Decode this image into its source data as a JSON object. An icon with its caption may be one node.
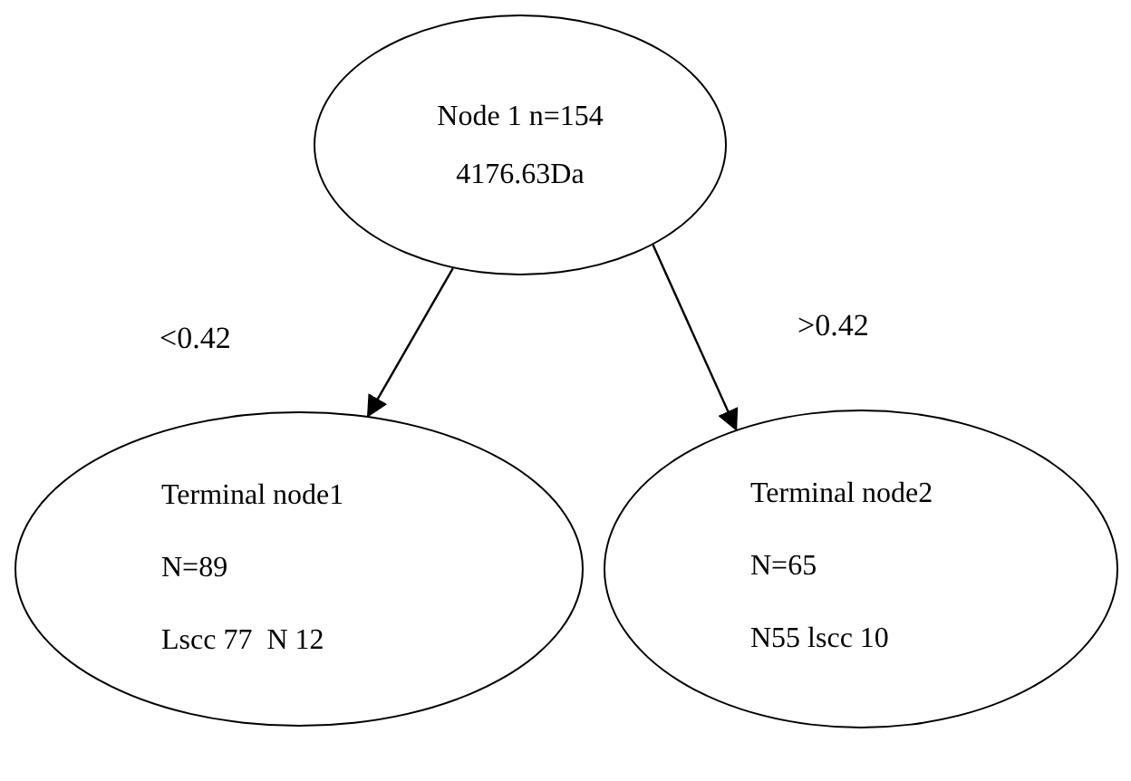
{
  "diagram": {
    "nodes": [
      {
        "text": [
          "Node 1 n=154",
          "4176.63Da"
        ]
      },
      {
        "text": [
          "Terminal node1",
          "N=89",
          "Lscc 77  N 12"
        ]
      },
      {
        "text": [
          "Terminal node2",
          "N=65",
          "N55 lscc 10"
        ]
      }
    ],
    "edges": [
      {
        "from": 0,
        "to": 1,
        "arrow": "to",
        "label": "<0.42"
      },
      {
        "from": 0,
        "to": 2,
        "arrow": "to",
        "label": ">0.42"
      }
    ]
  }
}
